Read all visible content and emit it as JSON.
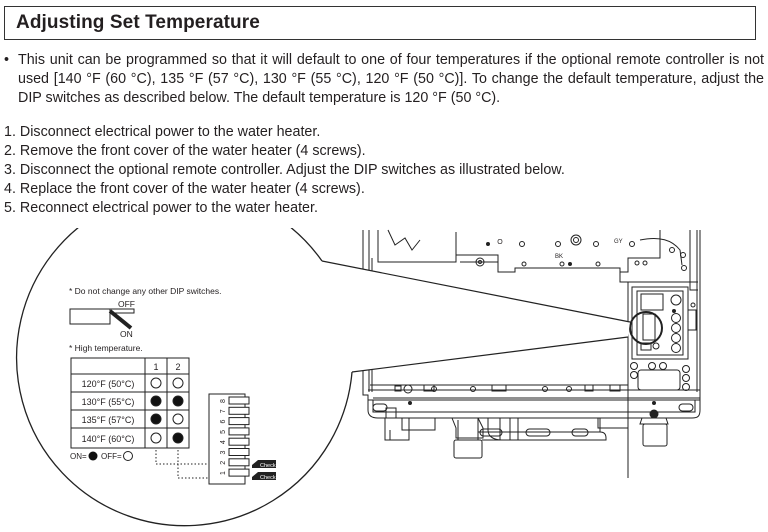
{
  "section": {
    "title": "Adjusting Set Temperature"
  },
  "intro": {
    "bullet": "•",
    "text": "This unit can be programmed so that it will default to one of four temperatures if the optional remote controller is not used [140 °F (60 °C), 135 °F (57 °C), 130 °F (55 °C), 120 °F (50 °C)]. To change the default temperature, adjust the DIP switches as described below. The default temperature is 120 °F (50 °C)."
  },
  "steps": [
    {
      "num": "1.",
      "text": "Disconnect electrical power to the water heater."
    },
    {
      "num": "2.",
      "text": "Remove the front cover of the water heater (4 screws)."
    },
    {
      "num": "3.",
      "text": "Disconnect the optional remote controller. Adjust the DIP switches as illustrated below."
    },
    {
      "num": "4.",
      "text": "Replace the front cover of the water heater (4 screws)."
    },
    {
      "num": "5.",
      "text": "Reconnect electrical power to the water heater."
    }
  ],
  "diagram": {
    "note_dip": "* Do not change any other DIP switches.",
    "switch_off": "OFF",
    "switch_on": "ON",
    "note_high": "* High temperature.",
    "table": {
      "columns": [
        "",
        "1",
        "2"
      ],
      "rows": [
        {
          "label": "120°F (50°C)",
          "sw1": "off",
          "sw2": "off"
        },
        {
          "label": "130°F (55°C)",
          "sw1": "on",
          "sw2": "on"
        },
        {
          "label": "135°F (57°C)",
          "sw1": "on",
          "sw2": "off"
        },
        {
          "label": "140°F (60°C)",
          "sw1": "off",
          "sw2": "on"
        }
      ]
    },
    "legend_on": "ON=",
    "legend_off": "OFF=",
    "dip_numbers": [
      "8",
      "7",
      "6",
      "5",
      "4",
      "3",
      "2",
      "1"
    ],
    "check_label": "Check",
    "heater_labels": [
      "O",
      "BK",
      "GY"
    ]
  }
}
